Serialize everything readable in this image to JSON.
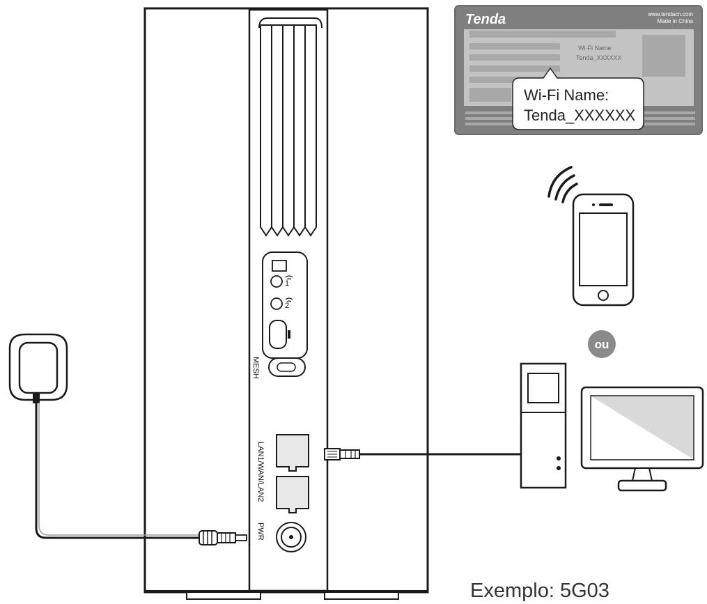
{
  "label_card": {
    "brand": "Tenda",
    "website": "www.tendacn.com",
    "origin": "Made in China",
    "small_wifi_label": "Wi-Fi Name",
    "small_wifi_value": "Tenda_XXXXXX",
    "callout_line1": "Wi-Fi Name:",
    "callout_line2": "Tenda_XXXXXX"
  },
  "router": {
    "mesh_label": "MESH",
    "port_label": "LAN1/WAN/LAN2",
    "power_label": "PWR",
    "sim_slot_marks": [
      "1",
      "2"
    ]
  },
  "connector_word": "ou",
  "caption": "Exemplo: 5G03",
  "colors": {
    "outline": "#1a1a1a",
    "card": "#7f7f7f",
    "card_inner": "#bdbdbd",
    "badge": "#8a8a8a",
    "screen": "#d9d9d9"
  },
  "icons": [
    "power-adapter-icon",
    "router-icon",
    "phone-icon",
    "wifi-signal-icon",
    "computer-icon",
    "ethernet-plug-icon"
  ]
}
